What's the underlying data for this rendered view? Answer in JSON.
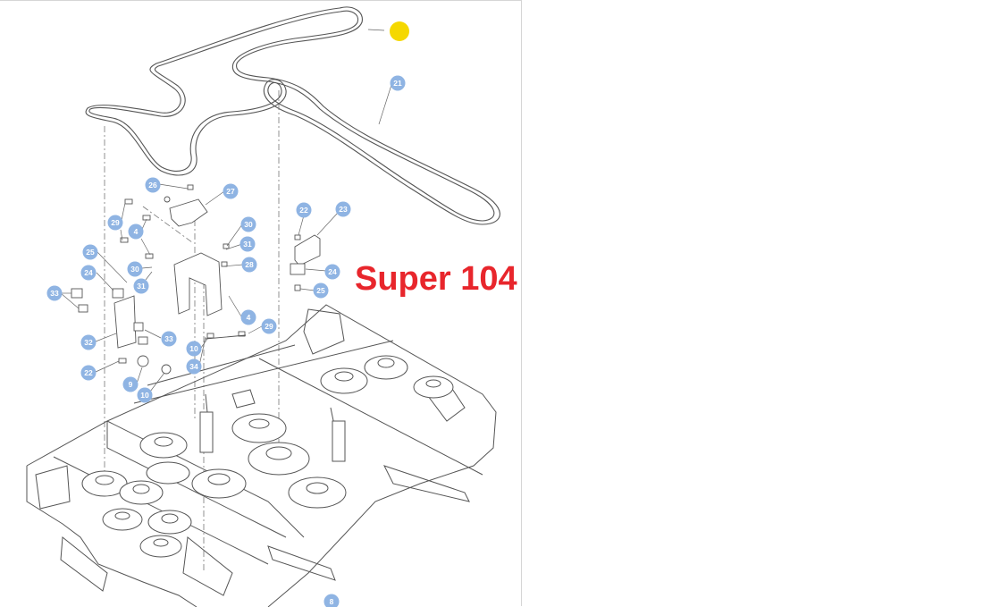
{
  "title": "Super 104",
  "colors": {
    "callout": "#8fb4e3",
    "title": "#e8262c",
    "highlight": "#f5d800",
    "line": "#555555"
  },
  "highlight_marker": "yellow-dot",
  "callouts": [
    "21",
    "26",
    "27",
    "22",
    "23",
    "29",
    "4",
    "30",
    "31",
    "28",
    "25",
    "30",
    "24",
    "24",
    "33",
    "31",
    "25",
    "32",
    "33",
    "4",
    "29",
    "10",
    "34",
    "22",
    "9",
    "10",
    "8"
  ]
}
